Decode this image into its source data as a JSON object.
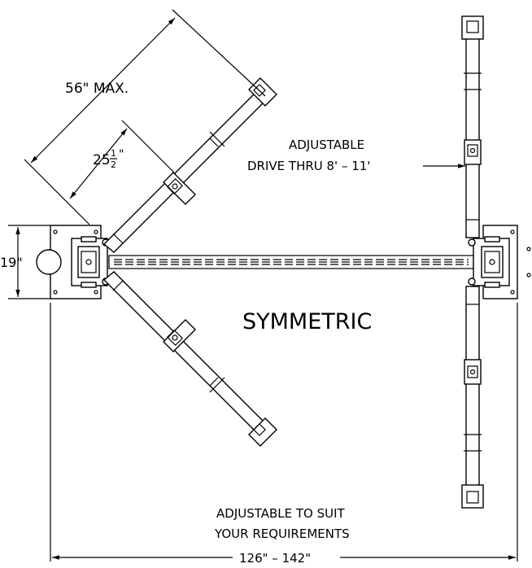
{
  "labels": {
    "dim_56": "56\" MAX.",
    "dim_25": "25",
    "dim_25_num": "1",
    "dim_25_den": "2",
    "dim_25_unit": "\"",
    "drive_line1": "ADJUSTABLE",
    "drive_line2": "DRIVE THRU 8' – 11'",
    "dim_19": "19\"",
    "symmetric": "SYMMETRIC",
    "bottom_line1": "ADJUSTABLE TO SUIT",
    "bottom_line2": "YOUR REQUIREMENTS",
    "bottom_dim": "126\" – 142\""
  }
}
